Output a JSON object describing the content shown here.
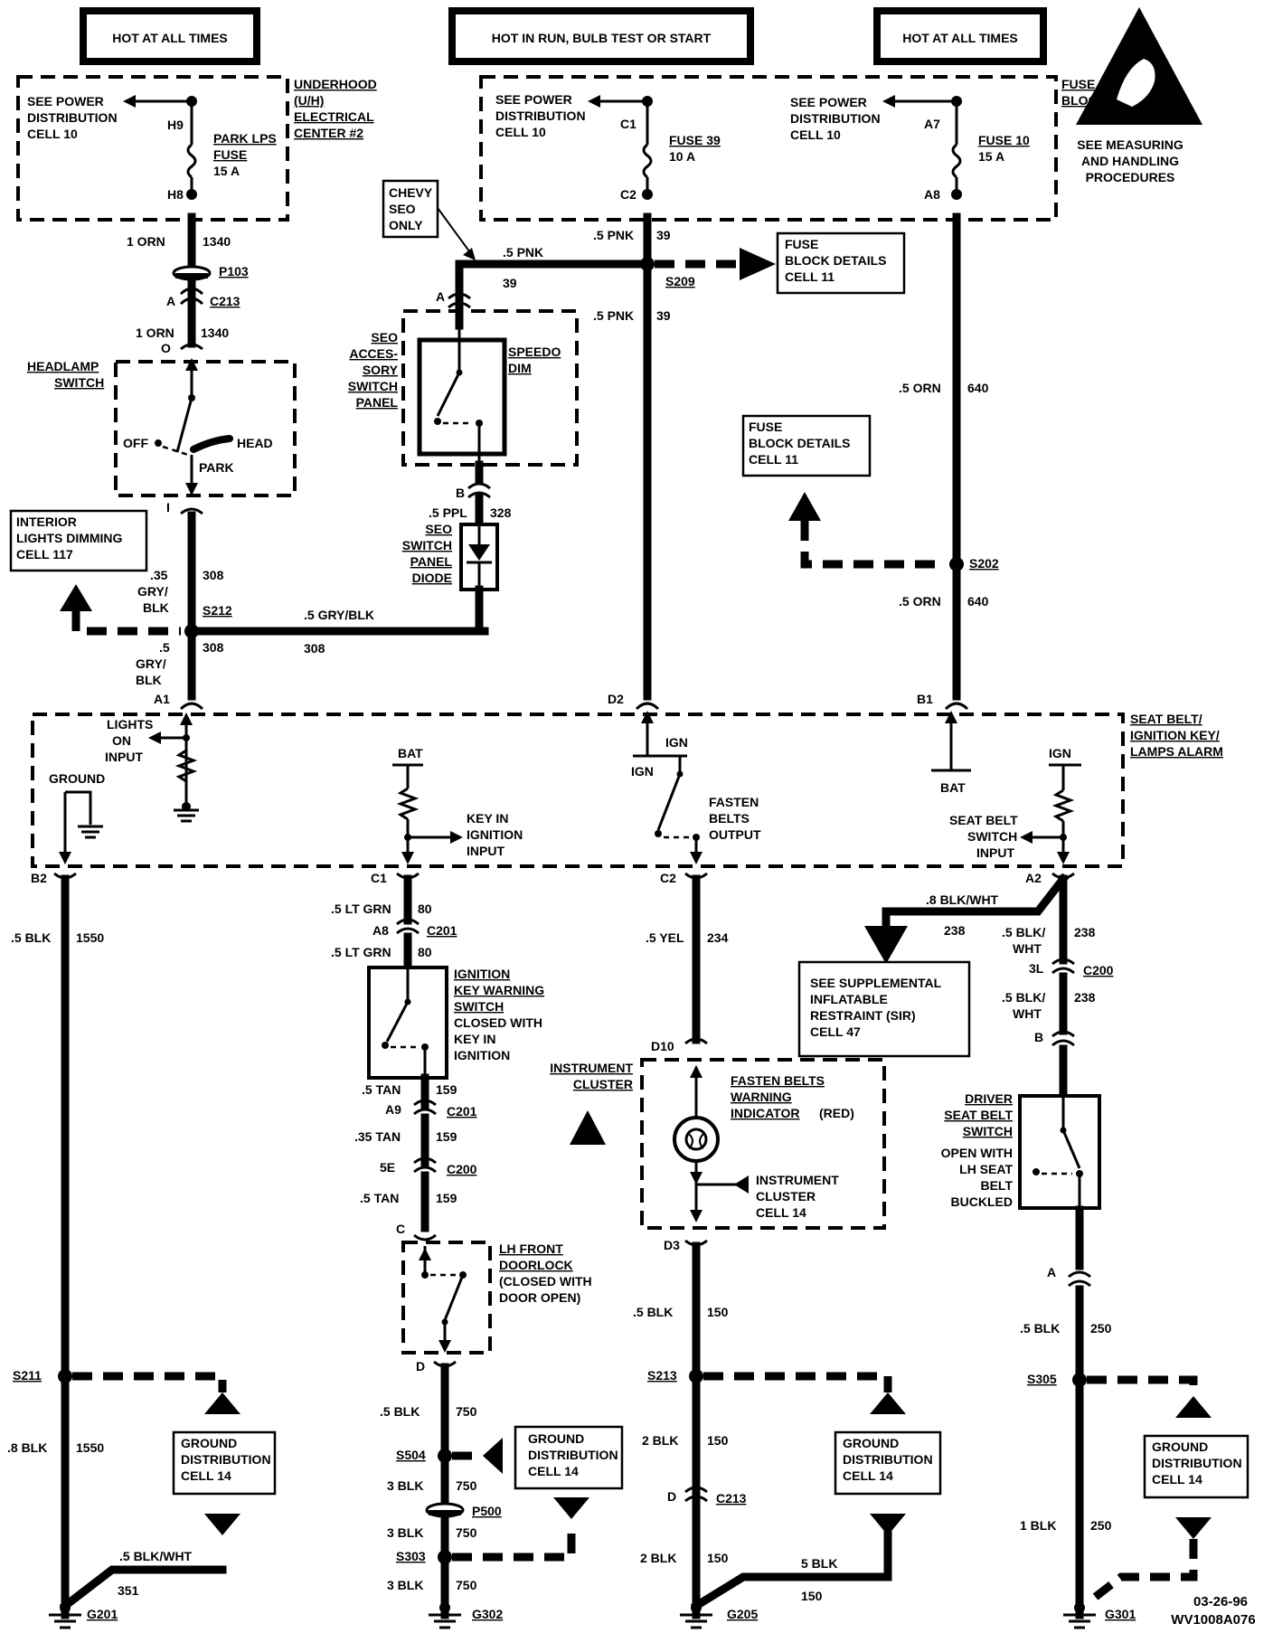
{
  "headers": [
    "HOT AT ALL TIMES",
    "HOT IN RUN, BULB TEST OR START",
    "HOT AT ALL TIMES"
  ],
  "esd_note": [
    "SEE MEASURING",
    "AND HANDLING",
    "PROCEDURES"
  ],
  "uh_center": {
    "label": [
      "UNDERHOOD",
      "(U/H)",
      "ELECTRICAL",
      "CENTER #2"
    ],
    "see": [
      "SEE POWER",
      "DISTRIBUTION",
      "CELL 10"
    ],
    "pin_in": "H9",
    "pin_out": "H8",
    "fuse": [
      "PARK LPS",
      "FUSE",
      "15 A"
    ]
  },
  "fuse_block": {
    "label": [
      "FUSE",
      "BLOCK"
    ],
    "f39": {
      "see": [
        "SEE POWER",
        "DISTRIBUTION",
        "CELL 10"
      ],
      "pin_in": "C1",
      "pin_out": "C2",
      "fuse": [
        "FUSE 39",
        "10 A"
      ]
    },
    "f10": {
      "see": [
        "SEE POWER",
        "DISTRIBUTION",
        "CELL 10"
      ],
      "pin_in": "A7",
      "pin_out": "A8",
      "fuse": [
        "FUSE 10",
        "15 A"
      ]
    }
  },
  "wires": {
    "w1340a": [
      "1 ORN",
      "1340"
    ],
    "p103": "P103",
    "c213a_pin": "A",
    "c213a": "C213",
    "w1340b": [
      "1 ORN",
      "1340"
    ],
    "pin_o": "O",
    "w39a": [
      ".5 PNK",
      "39"
    ],
    "w39b": [
      ".5 PNK",
      "39"
    ],
    "w39c": "39",
    "w39d": [
      ".5 PNK",
      "39"
    ],
    "s209": "S209",
    "chevy": [
      "CHEVY",
      "SEO",
      "ONLY"
    ],
    "pin_a_seo": "A",
    "pin_b_seo": "B",
    "w328": [
      ".5 PPL",
      "328"
    ],
    "w640a": [
      ".5 ORN",
      "640"
    ],
    "w640b": [
      ".5 ORN",
      "640"
    ],
    "s202": "S202",
    "w308a": [
      ".35",
      "GRY/",
      "BLK",
      "308"
    ],
    "s212": "S212",
    "w308b": [
      ".5 GRY/BLK",
      "308"
    ],
    "w308c": [
      ".5",
      "GRY/",
      "BLK",
      "308"
    ],
    "pin_i": "I"
  },
  "fb_details_1": [
    "FUSE",
    "BLOCK DETAILS",
    "CELL 11"
  ],
  "fb_details_2": [
    "FUSE",
    "BLOCK DETAILS",
    "CELL 11"
  ],
  "interior_dimming": [
    "INTERIOR",
    "LIGHTS DIMMING",
    "CELL 117"
  ],
  "headlamp": {
    "label": [
      "HEADLAMP",
      "SWITCH"
    ],
    "off": "OFF",
    "head": "HEAD",
    "park": "PARK"
  },
  "seo_panel": {
    "label": [
      "SEO",
      "ACCES-",
      "SORY",
      "SWITCH",
      "PANEL"
    ],
    "speedo": [
      "SPEEDO",
      "DIM"
    ],
    "diode": [
      "SEO",
      "SWITCH",
      "PANEL",
      "DIODE"
    ]
  },
  "module": {
    "label": [
      "SEAT BELT/",
      "IGNITION KEY/",
      "LAMPS ALARM"
    ],
    "pins_top": [
      "A1",
      "D2",
      "B1"
    ],
    "pins_bottom": [
      "B2",
      "C1",
      "C2",
      "A2"
    ],
    "lights_on": [
      "LIGHTS",
      "ON",
      "INPUT"
    ],
    "ground": "GROUND",
    "bat1": "BAT",
    "key_in": [
      "KEY IN",
      "IGNITION",
      "INPUT"
    ],
    "ign1": "IGN",
    "ign2": "IGN",
    "fasten_out": [
      "FASTEN",
      "BELTS",
      "OUTPUT"
    ],
    "bat2": "BAT",
    "ign3": "IGN",
    "seatbelt_in": [
      "SEAT BELT",
      "SWITCH",
      "INPUT"
    ]
  },
  "col1": {
    "w1550a": [
      ".5 BLK",
      "1550"
    ],
    "s211": "S211",
    "w1550b": [
      ".8 BLK",
      "1550"
    ],
    "w351": [
      ".5 BLK/WHT",
      "351"
    ],
    "g201": "G201",
    "gnd": [
      "GROUND",
      "DISTRIBUTION",
      "CELL 14"
    ]
  },
  "col2": {
    "w80a": [
      ".5 LT GRN",
      "80"
    ],
    "a8": "A8",
    "c201a": "C201",
    "w80b": [
      ".5 LT GRN",
      "80"
    ],
    "ign_switch": [
      "IGNITION",
      "KEY WARNING",
      "SWITCH"
    ],
    "ign_note": [
      "CLOSED WITH",
      "KEY IN",
      "IGNITION"
    ],
    "w159a": [
      ".5 TAN",
      "159"
    ],
    "a9": "A9",
    "c201b": "C201",
    "w159b": [
      ".35 TAN",
      "159"
    ],
    "e5": "5E",
    "c200": "C200",
    "w159c": [
      ".5 TAN",
      "159"
    ],
    "pin_c": "C",
    "doorlock": [
      "LH FRONT",
      "DOORLOCK"
    ],
    "door_note": [
      "(CLOSED WITH",
      "DOOR OPEN)"
    ],
    "pin_d": "D",
    "w750a": [
      ".5 BLK",
      "750"
    ],
    "s504": "S504",
    "w750b": [
      "3 BLK",
      "750"
    ],
    "p500": "P500",
    "w750c": [
      "3 BLK",
      "750"
    ],
    "s303": "S303",
    "w750d": [
      "3 BLK",
      "750"
    ],
    "g302": "G302",
    "gnd": [
      "GROUND",
      "DISTRIBUTION",
      "CELL 14"
    ]
  },
  "col3": {
    "w234": [
      ".5 YEL",
      "234"
    ],
    "d10": "D10",
    "ic": [
      "INSTRUMENT",
      "CLUSTER"
    ],
    "warn": [
      "FASTEN BELTS",
      "WARNING",
      "INDICATOR"
    ],
    "red": "(RED)",
    "ic14": [
      "INSTRUMENT",
      "CLUSTER",
      "CELL 14"
    ],
    "d3": "D3",
    "w150a": [
      ".5 BLK",
      "150"
    ],
    "s213": "S213",
    "w150b": [
      "2 BLK",
      "150"
    ],
    "pin_d": "D",
    "c213": "C213",
    "w150c": [
      "2 BLK",
      "150"
    ],
    "w150d": [
      "5 BLK",
      "150"
    ],
    "g205": "G205",
    "gnd": [
      "GROUND",
      "DISTRIBUTION",
      "CELL 14"
    ]
  },
  "col4": {
    "w238a": [
      ".8 BLK/WHT",
      "238"
    ],
    "sir": [
      "SEE SUPPLEMENTAL",
      "INFLATABLE",
      "RESTRAINT (SIR)",
      "CELL 47"
    ],
    "w238b": [
      ".5 BLK/",
      "WHT",
      "238"
    ],
    "l3": "3L",
    "c200": "C200",
    "w238c": [
      ".5 BLK/",
      "WHT",
      "238"
    ],
    "pin_b": "B",
    "driver": [
      "DRIVER",
      "SEAT BELT",
      "SWITCH"
    ],
    "driver_note": [
      "OPEN WITH",
      "LH SEAT",
      "BELT",
      "BUCKLED"
    ],
    "pin_a": "A",
    "w250a": [
      ".5 BLK",
      "250"
    ],
    "s305": "S305",
    "w250b": [
      "1 BLK",
      "250"
    ],
    "g301": "G301",
    "gnd": [
      "GROUND",
      "DISTRIBUTION",
      "CELL 14"
    ]
  },
  "footer": [
    "03-26-96",
    "WV1008A076"
  ]
}
